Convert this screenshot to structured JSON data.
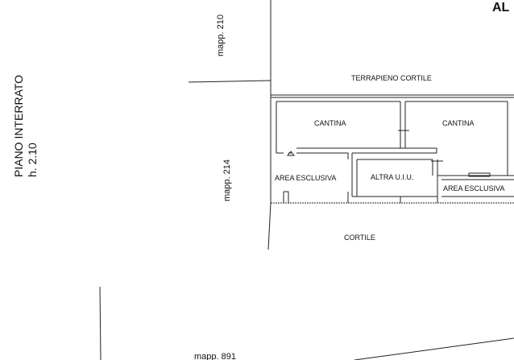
{
  "header": {
    "corner_label": "AL"
  },
  "floor": {
    "title": "PIANO INTERRATO",
    "height": "h. 2.10"
  },
  "parcels": {
    "north": "mapp. 210",
    "west": "mapp. 214",
    "south": "mapp. 891"
  },
  "areas": {
    "embankment": "TERRAPIENO CORTILE",
    "cellar_left": "CANTINA",
    "cellar_right": "CANTINA",
    "exclusive_left": "AREA ESCLUSIVA",
    "other_unit": "ALTRA U.I.U.",
    "exclusive_right": "AREA ESCLUSIVA",
    "courtyard": "CORTILE"
  }
}
